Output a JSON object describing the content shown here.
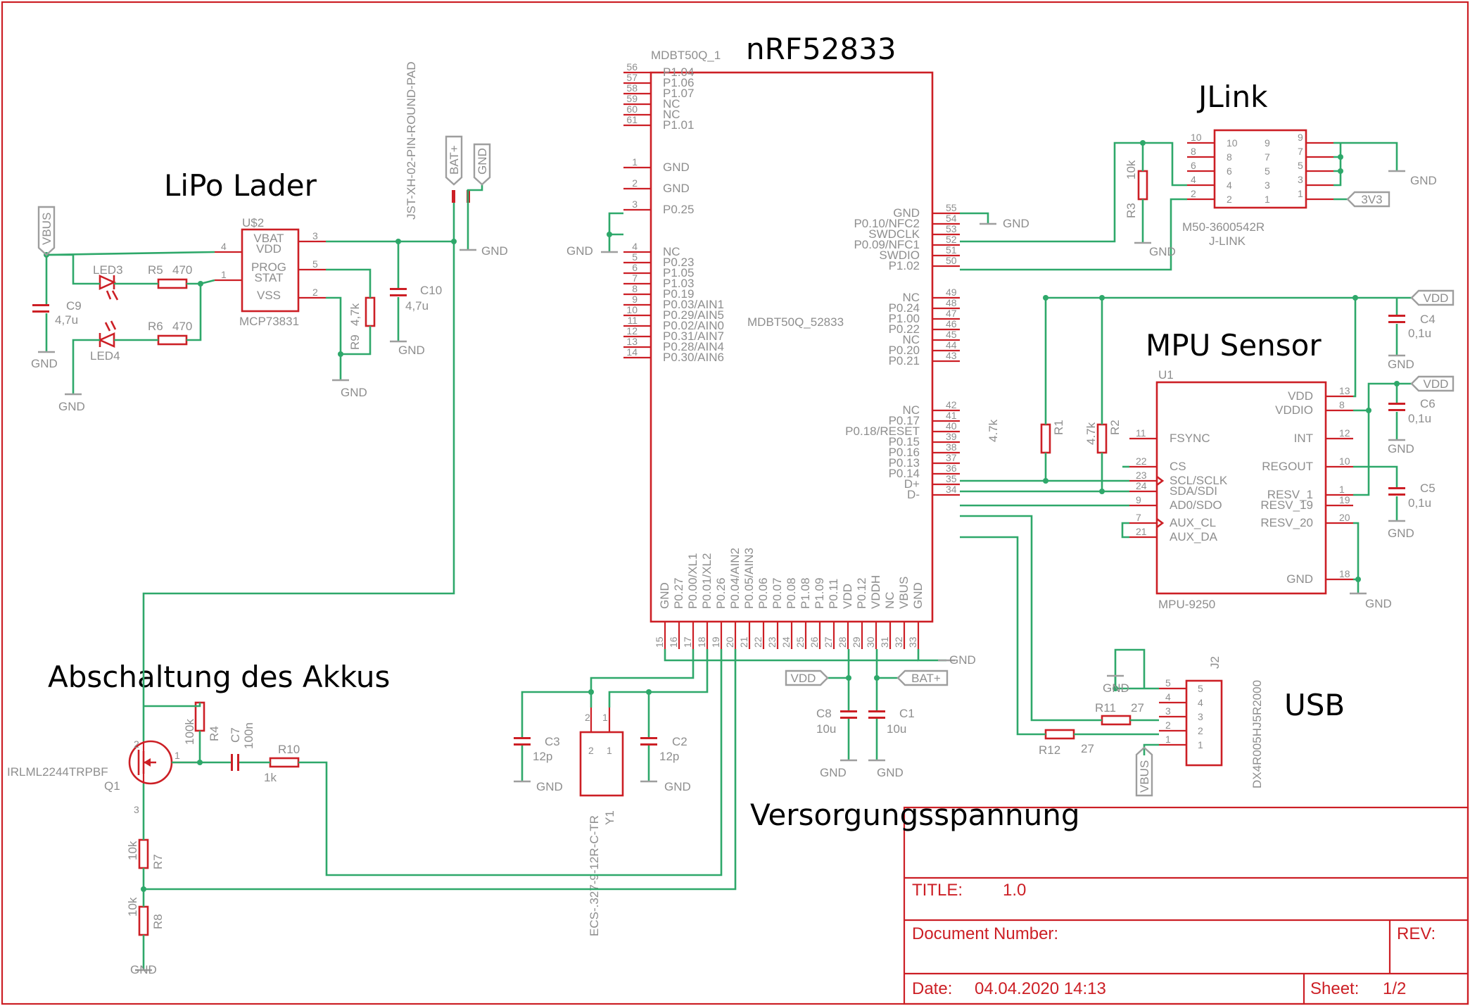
{
  "headings": {
    "lipo": "LiPo Lader",
    "mcu": "nRF52833",
    "jlink": "JLink",
    "mpu": "MPU Sensor",
    "cutoff": "Abschaltung des Akkus",
    "usb": "USB",
    "supply": "Versorgungsspannung"
  },
  "title_block": {
    "title_label": "TITLE:",
    "title_value": "1.0",
    "docnum_label": "Document Number:",
    "rev_label": "REV:",
    "date_label": "Date:",
    "date_value": "04.04.2020 14:13",
    "sheet_label": "Sheet:",
    "sheet_value": "1/2"
  },
  "supply_labels": {
    "vbus": "VBUS",
    "vdd": "VDD",
    "bat_plus": "BAT+",
    "v3v3": "3V3",
    "gnd": "GND"
  },
  "mcu": {
    "name": "MDBT50Q_1",
    "value": "MDBT50Q_52833",
    "left_pins": [
      {
        "num": "56",
        "name": "P1.04"
      },
      {
        "num": "57",
        "name": "P1.06"
      },
      {
        "num": "58",
        "name": "P1.07"
      },
      {
        "num": "59",
        "name": "NC"
      },
      {
        "num": "60",
        "name": "NC"
      },
      {
        "num": "61",
        "name": "P1.01"
      },
      {
        "num": "1",
        "name": "GND"
      },
      {
        "num": "2",
        "name": "GND"
      },
      {
        "num": "3",
        "name": "P0.25"
      },
      {
        "num": "4",
        "name": "NC"
      },
      {
        "num": "5",
        "name": "P0.23"
      },
      {
        "num": "6",
        "name": "P1.05"
      },
      {
        "num": "7",
        "name": "P1.03"
      },
      {
        "num": "8",
        "name": "P0.19"
      },
      {
        "num": "9",
        "name": "P0.03/AIN1"
      },
      {
        "num": "10",
        "name": "P0.29/AIN5"
      },
      {
        "num": "11",
        "name": "P0.02/AIN0"
      },
      {
        "num": "12",
        "name": "P0.31/AIN7"
      },
      {
        "num": "13",
        "name": "P0.28/AIN4"
      },
      {
        "num": "14",
        "name": "P0.30/AIN6"
      }
    ],
    "right_pins": [
      {
        "num": "55",
        "name": "GND"
      },
      {
        "num": "54",
        "name": "P0.10/NFC2"
      },
      {
        "num": "53",
        "name": "SWDCLK"
      },
      {
        "num": "52",
        "name": "P0.09/NFC1"
      },
      {
        "num": "51",
        "name": "SWDIO"
      },
      {
        "num": "50",
        "name": "P1.02"
      },
      {
        "num": "49",
        "name": "NC"
      },
      {
        "num": "48",
        "name": "P0.24"
      },
      {
        "num": "47",
        "name": "P1.00"
      },
      {
        "num": "46",
        "name": "P0.22"
      },
      {
        "num": "45",
        "name": "NC"
      },
      {
        "num": "44",
        "name": "P0.20"
      },
      {
        "num": "43",
        "name": "P0.21"
      },
      {
        "num": "42",
        "name": "NC"
      },
      {
        "num": "41",
        "name": "P0.17"
      },
      {
        "num": "40",
        "name": "P0.18/RESET"
      },
      {
        "num": "39",
        "name": "P0.15"
      },
      {
        "num": "38",
        "name": "P0.16"
      },
      {
        "num": "37",
        "name": "P0.13"
      },
      {
        "num": "36",
        "name": "P0.14"
      },
      {
        "num": "35",
        "name": "D+"
      },
      {
        "num": "34",
        "name": "D-"
      }
    ],
    "bottom_pins": [
      {
        "num": "15",
        "name": "GND"
      },
      {
        "num": "16",
        "name": "P0.27"
      },
      {
        "num": "17",
        "name": "P0.00/XL1"
      },
      {
        "num": "18",
        "name": "P0.01/XL2"
      },
      {
        "num": "19",
        "name": "P0.26"
      },
      {
        "num": "20",
        "name": "P0.04/AIN2"
      },
      {
        "num": "21",
        "name": "P0.05/AIN3"
      },
      {
        "num": "22",
        "name": "P0.06"
      },
      {
        "num": "23",
        "name": "P0.07"
      },
      {
        "num": "24",
        "name": "P0.08"
      },
      {
        "num": "25",
        "name": "P1.08"
      },
      {
        "num": "26",
        "name": "P1.09"
      },
      {
        "num": "27",
        "name": "P0.11"
      },
      {
        "num": "28",
        "name": "VDD"
      },
      {
        "num": "29",
        "name": "P0.12"
      },
      {
        "num": "30",
        "name": "VDDH"
      },
      {
        "num": "31",
        "name": "NC"
      },
      {
        "num": "32",
        "name": "VBUS"
      },
      {
        "num": "33",
        "name": "GND"
      }
    ]
  },
  "charger": {
    "name": "U$2",
    "value": "MCP73831",
    "pins": [
      {
        "num": "3",
        "name": "VBAT"
      },
      {
        "num": "4",
        "name": "VDD"
      },
      {
        "num": "5",
        "name": "PROG"
      },
      {
        "num": "1",
        "name": "STAT"
      },
      {
        "num": "2",
        "name": "VSS"
      }
    ]
  },
  "mpu": {
    "name": "U1",
    "value": "MPU-9250",
    "left_pins": [
      {
        "num": "11",
        "name": "FSYNC"
      },
      {
        "num": "22",
        "name": "CS"
      },
      {
        "num": "23",
        "name": "SCL/SCLK"
      },
      {
        "num": "24",
        "name": "SDA/SDI"
      },
      {
        "num": "9",
        "name": "AD0/SDO"
      },
      {
        "num": "7",
        "name": "AUX_CL"
      },
      {
        "num": "21",
        "name": "AUX_DA"
      }
    ],
    "right_pins": [
      {
        "num": "13",
        "name": "VDD"
      },
      {
        "num": "8",
        "name": "VDDIO"
      },
      {
        "num": "12",
        "name": "INT"
      },
      {
        "num": "10",
        "name": "REGOUT"
      },
      {
        "num": "1",
        "name": "RESV_1"
      },
      {
        "num": "19",
        "name": "RESV_19"
      },
      {
        "num": "20",
        "name": "RESV_20"
      },
      {
        "num": "18",
        "name": "GND"
      }
    ]
  },
  "jlink": {
    "name": "M50-3600542R",
    "value": "J-LINK",
    "left_nums": [
      "10",
      "8",
      "6",
      "4",
      "2"
    ],
    "right_nums": [
      "9",
      "7",
      "5",
      "3",
      "1"
    ],
    "inner_left": [
      "10",
      "8",
      "6",
      "4",
      "2"
    ],
    "inner_right": [
      "9",
      "7",
      "5",
      "3",
      "1"
    ]
  },
  "usb_conn": {
    "name": "J2",
    "value": "DX4R005HJ5R2000",
    "pins": [
      "5",
      "4",
      "3",
      "2",
      "1"
    ]
  },
  "battery_conn": {
    "value": "JST-XH-02-PIN-ROUND-PAD"
  },
  "crystal": {
    "name": "Y1",
    "value": "ECS-.327-9-12R-C-TR",
    "pins": [
      "2",
      "1"
    ]
  },
  "mosfet": {
    "value": "IRLML2244TRPBF",
    "name": "Q1",
    "pins": [
      "2",
      "1",
      "3"
    ]
  },
  "passives": {
    "C9": {
      "name": "C9",
      "value": "4,7u"
    },
    "C10": {
      "name": "C10",
      "value": "4,7u"
    },
    "R5": {
      "name": "R5",
      "value": "470"
    },
    "R6": {
      "name": "R6",
      "value": "470"
    },
    "R9": {
      "name": "R9",
      "value": "4,7k"
    },
    "LED3": {
      "name": "LED3"
    },
    "LED4": {
      "name": "LED4"
    },
    "R3": {
      "name": "R3",
      "value": "10k"
    },
    "C4": {
      "name": "C4",
      "value": "0,1u"
    },
    "C6": {
      "name": "C6",
      "value": "0,1u"
    },
    "C5": {
      "name": "C5",
      "value": "0,1u"
    },
    "R1": {
      "name": "R1",
      "value": "4.7k"
    },
    "R2": {
      "name": "R2",
      "value": "4.7k"
    },
    "C3": {
      "name": "C3",
      "value": "12p"
    },
    "C2": {
      "name": "C2",
      "value": "12p"
    },
    "C8": {
      "name": "C8",
      "value": "10u"
    },
    "C1": {
      "name": "C1",
      "value": "10u"
    },
    "R4": {
      "name": "R4",
      "value": "100k"
    },
    "C7": {
      "name": "C7",
      "value": "100n"
    },
    "R10": {
      "name": "R10",
      "value": "1k"
    },
    "R7": {
      "name": "R7",
      "value": "10k"
    },
    "R8": {
      "name": "R8",
      "value": "10k"
    },
    "R11": {
      "name": "R11",
      "value": "27"
    },
    "R12": {
      "name": "R12",
      "value": "27"
    }
  }
}
